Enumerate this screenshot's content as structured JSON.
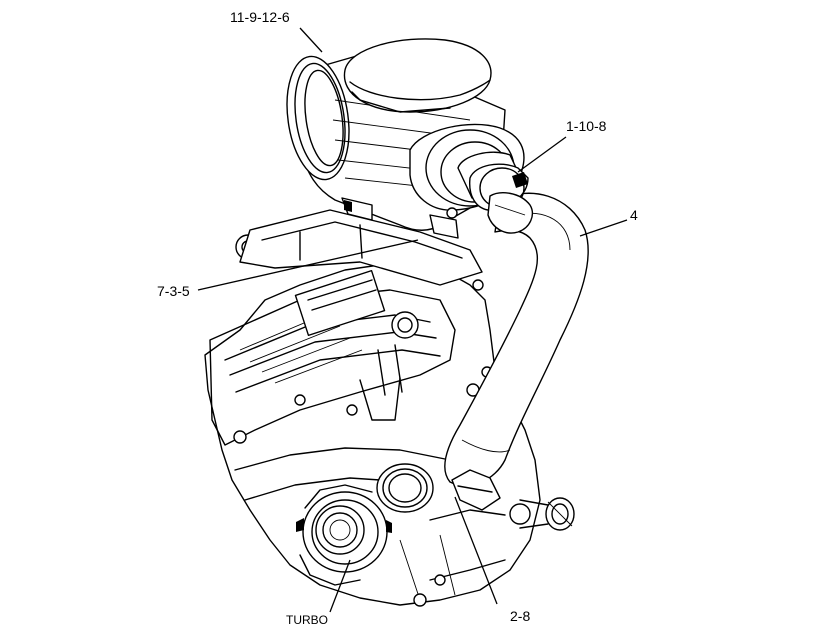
{
  "callouts": [
    {
      "id": "air-cleaner",
      "text": "11-9-12-6"
    },
    {
      "id": "clamp",
      "text": "1-10-8"
    },
    {
      "id": "hose",
      "text": "4"
    },
    {
      "id": "bracket",
      "text": "7-3-5"
    },
    {
      "id": "lower-clamp",
      "text": "2-8"
    },
    {
      "id": "turbo",
      "text": "TURBO"
    }
  ]
}
